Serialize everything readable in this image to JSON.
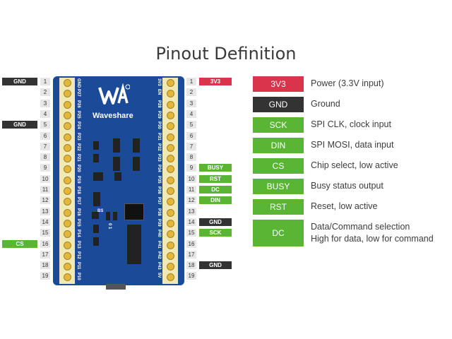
{
  "title": "Pinout Definition",
  "left_pins": [
    "1",
    "2",
    "3",
    "4",
    "5",
    "6",
    "7",
    "8",
    "9",
    "10",
    "11",
    "12",
    "13",
    "14",
    "15",
    "16",
    "17",
    "18",
    "19"
  ],
  "right_pins": [
    "1",
    "2",
    "3",
    "4",
    "5",
    "6",
    "7",
    "8",
    "9",
    "10",
    "11",
    "12",
    "13",
    "14",
    "15",
    "16",
    "17",
    "18",
    "19"
  ],
  "left_tags": [
    {
      "pin": 1,
      "label": "GND",
      "kind": "gnd"
    },
    {
      "pin": 5,
      "label": "GND",
      "kind": "gnd"
    },
    {
      "pin": 16,
      "label": "CS",
      "kind": "sig"
    }
  ],
  "right_tags": [
    {
      "pin": 1,
      "label": "3V3",
      "kind": "pwr"
    },
    {
      "pin": 9,
      "label": "BUSY",
      "kind": "sig"
    },
    {
      "pin": 10,
      "label": "RST",
      "kind": "sig"
    },
    {
      "pin": 11,
      "label": "DC",
      "kind": "sig"
    },
    {
      "pin": 12,
      "label": "DIN",
      "kind": "sig"
    },
    {
      "pin": 14,
      "label": "GND",
      "kind": "gnd"
    },
    {
      "pin": 15,
      "label": "SCK",
      "kind": "sig"
    },
    {
      "pin": 18,
      "label": "GND",
      "kind": "gnd"
    }
  ],
  "board": {
    "brand": "Waveshare",
    "left_silk": [
      "GND",
      "P27",
      "P26",
      "P25",
      "P24",
      "P23",
      "P22",
      "P21",
      "P20",
      "P19",
      "P18",
      "P17",
      "P16",
      "P15",
      "P14",
      "P13",
      "P12",
      "P11",
      "P10"
    ],
    "right_silk": [
      "3V3",
      "EN",
      "P28",
      "P29",
      "P30",
      "P31",
      "P32",
      "P33",
      "P34",
      "P35",
      "P36",
      "P37",
      "P38",
      "P39",
      "P40",
      "P41",
      "P42",
      "P43",
      "5V"
    ],
    "mark": "BS",
    "mark2": "0 1"
  },
  "legend": [
    {
      "label": "3V3",
      "kind": "pwr",
      "desc": [
        "Power (3.3V input)"
      ]
    },
    {
      "label": "GND",
      "kind": "gnd",
      "desc": [
        "Ground"
      ]
    },
    {
      "label": "SCK",
      "kind": "sig",
      "desc": [
        "SPI CLK, clock input"
      ]
    },
    {
      "label": "DIN",
      "kind": "sig",
      "desc": [
        "SPI MOSI, data input"
      ]
    },
    {
      "label": "CS",
      "kind": "sig",
      "desc": [
        "Chip select, low active"
      ]
    },
    {
      "label": "BUSY",
      "kind": "sig",
      "desc": [
        "Busy status output"
      ]
    },
    {
      "label": "RST",
      "kind": "sig",
      "desc": [
        "Reset, low active"
      ]
    },
    {
      "label": "DC",
      "kind": "sig",
      "desc": [
        "Data/Command selection",
        "High for data, low for command"
      ]
    }
  ],
  "colors": {
    "power": "#d9344b",
    "ground": "#333333",
    "signal": "#5ab535",
    "board": "#1b4a98"
  }
}
